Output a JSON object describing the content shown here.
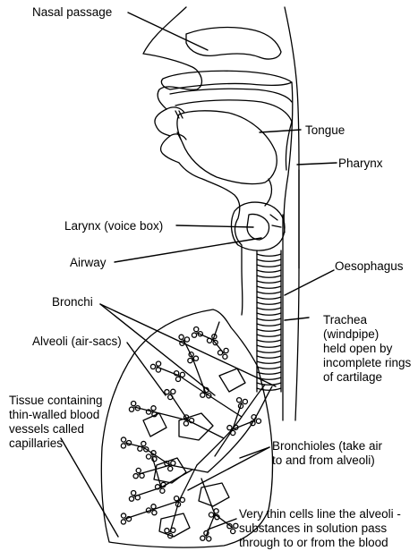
{
  "labels": {
    "nasal_passage": "Nasal passage",
    "tongue": "Tongue",
    "pharynx": "Pharynx",
    "larynx": "Larynx (voice box)",
    "airway": "Airway",
    "oesophagus": "Oesophagus",
    "bronchi": "Bronchi",
    "trachea": [
      "Trachea",
      "(windpipe)",
      "held open by",
      "incomplete rings",
      "of cartilage"
    ],
    "alveoli": "Alveoli (air-sacs)",
    "tissue": [
      "Tissue containing",
      "thin-walled blood",
      "vessels called",
      "capillaries"
    ],
    "bronchioles": [
      "Bronchioles (take air",
      "to and from alveoli)"
    ],
    "thin_cells": [
      "Very thin cells line the alveoli -",
      "substances in solution pass",
      "through to or from the blood"
    ]
  },
  "colors": {
    "ink": "#000000",
    "background": "#ffffff"
  }
}
